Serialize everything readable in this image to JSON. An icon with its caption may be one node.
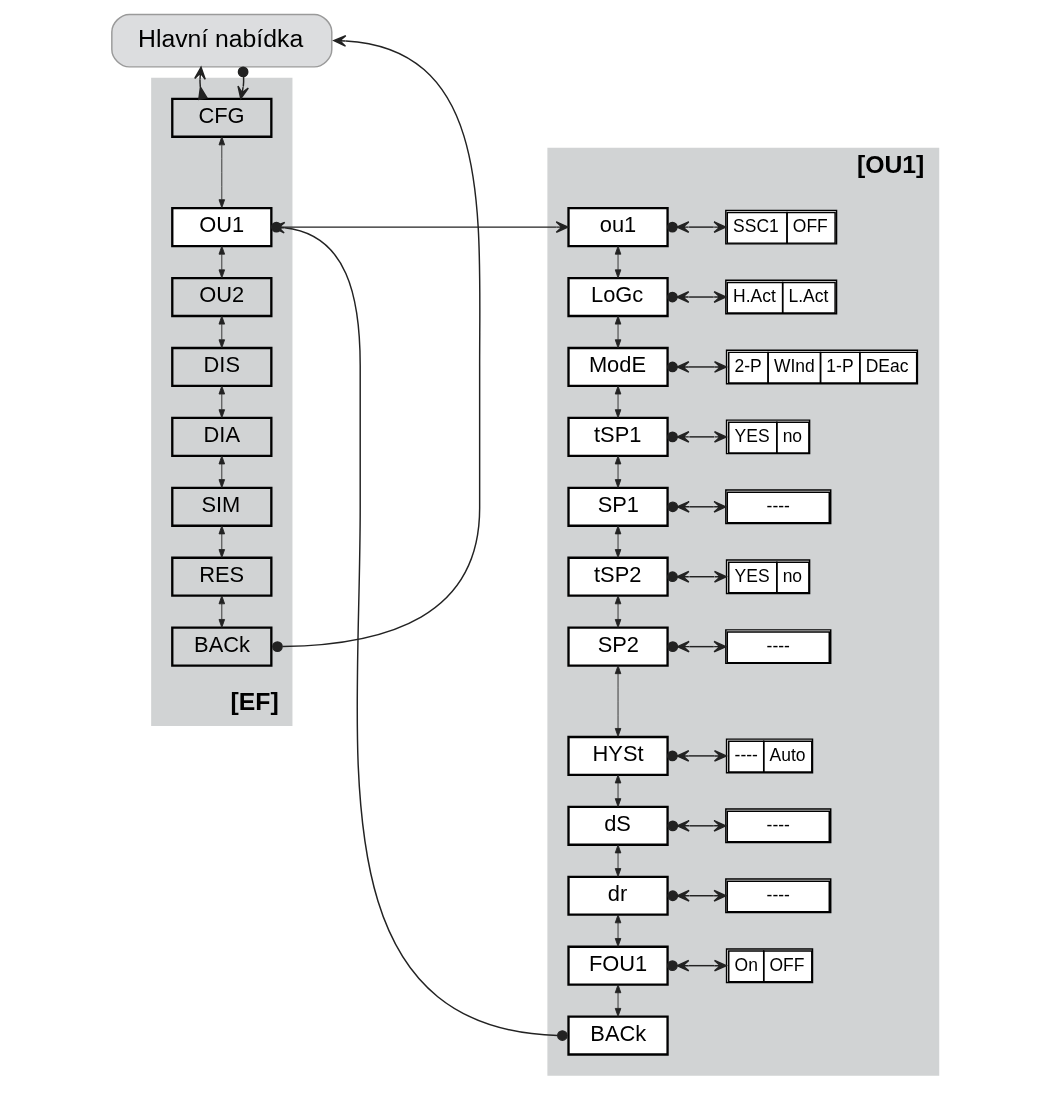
{
  "diagram": {
    "nodes": [
      {
        "text": [
          "Hlavní nabídka"
        ]
      },
      {
        "text": [
          "[EF]"
        ]
      },
      {
        "text": [
          "CFG"
        ],
        "in": 1
      },
      {
        "text": [
          "OU1"
        ],
        "in": 1
      },
      {
        "text": [
          "OU2"
        ],
        "in": 1
      },
      {
        "text": [
          "DIS"
        ],
        "in": 1
      },
      {
        "text": [
          "DIA"
        ],
        "in": 1
      },
      {
        "text": [
          "SIM"
        ],
        "in": 1
      },
      {
        "text": [
          "RES"
        ],
        "in": 1
      },
      {
        "text": [
          "BACk"
        ],
        "in": 1
      },
      {
        "text": [
          "[OU1]"
        ]
      },
      {
        "text": [
          "ou1"
        ],
        "in": 10
      },
      {
        "text": [
          "SSC1",
          "OFF"
        ],
        "in": 10
      },
      {
        "text": [
          "LoGc"
        ],
        "in": 10
      },
      {
        "text": [
          "H.Act",
          "L.Act"
        ],
        "in": 10
      },
      {
        "text": [
          "ModE"
        ],
        "in": 10
      },
      {
        "text": [
          "2-P",
          "WInd",
          "1-P",
          "DEac"
        ],
        "in": 10
      },
      {
        "text": [
          "tSP1"
        ],
        "in": 10
      },
      {
        "text": [
          "YES",
          "no"
        ],
        "in": 10
      },
      {
        "text": [
          "SP1"
        ],
        "in": 10
      },
      {
        "text": [
          "----"
        ],
        "in": 10
      },
      {
        "text": [
          "tSP2"
        ],
        "in": 10
      },
      {
        "text": [
          "YES",
          "no"
        ],
        "in": 10
      },
      {
        "text": [
          "SP2"
        ],
        "in": 10
      },
      {
        "text": [
          "----"
        ],
        "in": 10
      },
      {
        "text": [
          "HYSt"
        ],
        "in": 10
      },
      {
        "text": [
          "----",
          "Auto"
        ],
        "in": 10
      },
      {
        "text": [
          "dS"
        ],
        "in": 10
      },
      {
        "text": [
          "----"
        ],
        "in": 10
      },
      {
        "text": [
          "dr"
        ],
        "in": 10
      },
      {
        "text": [
          "----"
        ],
        "in": 10
      },
      {
        "text": [
          "FOU1"
        ],
        "in": 10
      },
      {
        "text": [
          "On",
          "OFF"
        ],
        "in": 10
      },
      {
        "text": [
          "BACk"
        ],
        "in": 10
      }
    ],
    "edges": [
      {
        "from": 0,
        "to": 2,
        "arrow": "to"
      },
      {
        "from": 2,
        "to": 0,
        "arrow": "to"
      },
      {
        "from": 2,
        "to": 3,
        "arrow": "both"
      },
      {
        "from": 3,
        "to": 4,
        "arrow": "both"
      },
      {
        "from": 4,
        "to": 5,
        "arrow": "both"
      },
      {
        "from": 5,
        "to": 6,
        "arrow": "both"
      },
      {
        "from": 6,
        "to": 7,
        "arrow": "both"
      },
      {
        "from": 7,
        "to": 8,
        "arrow": "both"
      },
      {
        "from": 8,
        "to": 9,
        "arrow": "both"
      },
      {
        "from": 9,
        "to": 0,
        "arrow": "to"
      },
      {
        "from": 3,
        "to": 11,
        "arrow": "to"
      },
      {
        "from": 11,
        "to": 12,
        "arrow": "both"
      },
      {
        "from": 13,
        "to": 14,
        "arrow": "both"
      },
      {
        "from": 15,
        "to": 16,
        "arrow": "both"
      },
      {
        "from": 17,
        "to": 18,
        "arrow": "both"
      },
      {
        "from": 19,
        "to": 20,
        "arrow": "both"
      },
      {
        "from": 21,
        "to": 22,
        "arrow": "both"
      },
      {
        "from": 23,
        "to": 24,
        "arrow": "both"
      },
      {
        "from": 25,
        "to": 26,
        "arrow": "both"
      },
      {
        "from": 27,
        "to": 28,
        "arrow": "both"
      },
      {
        "from": 29,
        "to": 30,
        "arrow": "both"
      },
      {
        "from": 31,
        "to": 32,
        "arrow": "both"
      },
      {
        "from": 11,
        "to": 13,
        "arrow": "both"
      },
      {
        "from": 13,
        "to": 15,
        "arrow": "both"
      },
      {
        "from": 15,
        "to": 17,
        "arrow": "both"
      },
      {
        "from": 17,
        "to": 19,
        "arrow": "both"
      },
      {
        "from": 19,
        "to": 21,
        "arrow": "both"
      },
      {
        "from": 21,
        "to": 23,
        "arrow": "both"
      },
      {
        "from": 23,
        "to": 25,
        "arrow": "both"
      },
      {
        "from": 25,
        "to": 27,
        "arrow": "both"
      },
      {
        "from": 27,
        "to": 29,
        "arrow": "both"
      },
      {
        "from": 29,
        "to": 31,
        "arrow": "both"
      },
      {
        "from": 31,
        "to": 33,
        "arrow": "both"
      },
      {
        "from": 33,
        "to": 3,
        "arrow": "to"
      }
    ]
  }
}
